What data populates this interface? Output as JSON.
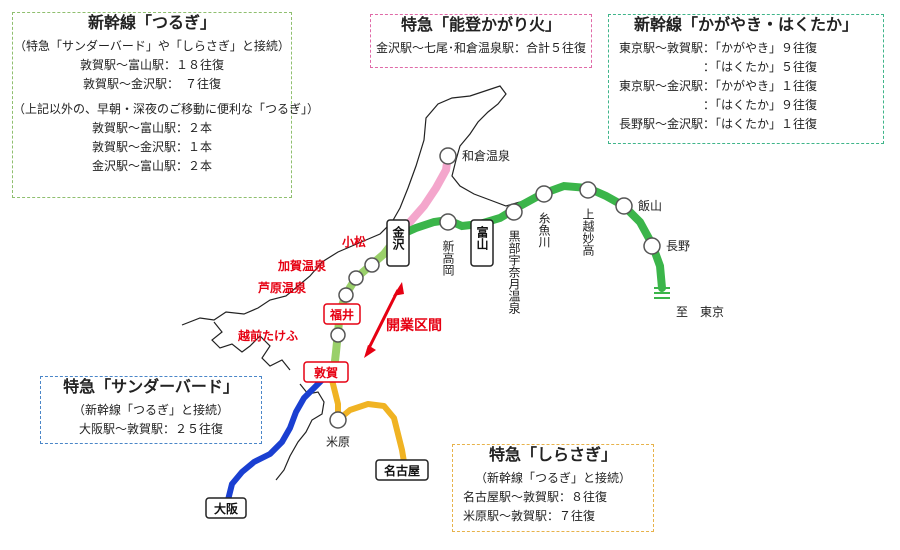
{
  "boxes": {
    "tsurugi": {
      "title": "新幹線「つるぎ」",
      "lines": [
        "（特急「サンダーバード」や「しらさぎ」と接続）",
        "敦賀駅〜富山駅：１８往復",
        "敦賀駅〜金沢駅：　７往復"
      ],
      "note": "（上記以外の、早朝・深夜のご移動に便利な「つるぎ」）",
      "lines2": [
        "敦賀駅〜富山駅：２本",
        "敦賀駅〜金沢駅：１本",
        "金沢駅〜富山駅：２本"
      ]
    },
    "noto": {
      "title": "特急「能登かがり火」",
      "lines": [
        "金沢駅〜七尾･和倉温泉駅：合計５往復"
      ]
    },
    "kagayaki": {
      "title": "新幹線「かがやき・はくたか」",
      "lines": [
        "東京駅〜敦賀駅：「かがやき」９往復",
        "　　　　　　　：「はくたか」５往復",
        "東京駅〜金沢駅：「かがやき」１往復",
        "　　　　　　　：「はくたか」９往復",
        "長野駅〜金沢駅：「はくたか」１往復"
      ]
    },
    "thunder": {
      "title": "特急「サンダーバード」",
      "lines": [
        "（新幹線「つるぎ」と接続）",
        "大阪駅〜敦賀駅：２５往復"
      ]
    },
    "shirasagi": {
      "title": "特急「しらさぎ」",
      "lines": [
        "（新幹線「つるぎ」と接続）",
        "名古屋駅〜敦賀駅：８往復",
        "米原駅〜敦賀駅：７往復"
      ]
    }
  },
  "stations": {
    "wakura": "和倉温泉",
    "kanazawa": "金沢",
    "toyama": "富山",
    "komatsu": "小松",
    "kaga": "加賀温泉",
    "awara": "芦原温泉",
    "fukui": "福井",
    "echizen": "越前たけふ",
    "tsuruga": "敦賀",
    "shintakaoka": "新高岡",
    "kurobe": "黒部宇奈月温泉",
    "itoigawa": "糸魚川",
    "joetsu": "上越妙高",
    "iiyama": "飯山",
    "nagano": "長野",
    "tokyo": "至　東京",
    "osaka": "大阪",
    "maibara": "米原",
    "nagoya": "名古屋"
  },
  "section_label": "開業区間",
  "colors": {
    "shinkansen": "#3bb54a",
    "new_section": "#9ad06a",
    "noto": "#f4a6cc",
    "thunderbird": "#1a3fd1",
    "shirasagi": "#f0b323",
    "new_station_text": "#e60012",
    "arrow": "#e60012",
    "coast": "#222222"
  }
}
